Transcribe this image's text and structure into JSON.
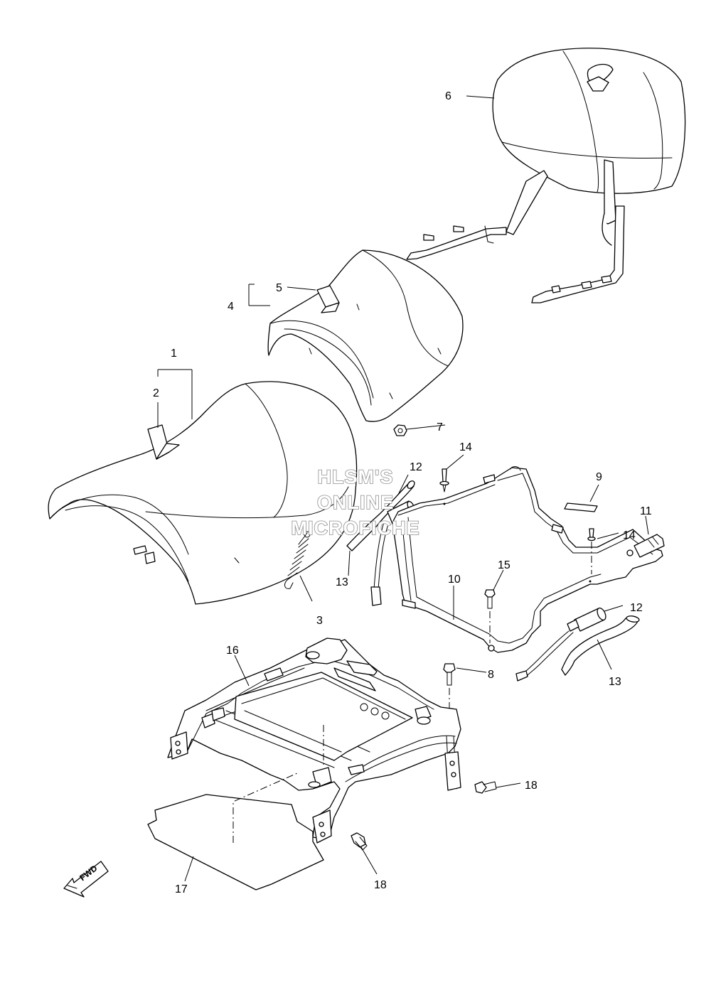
{
  "watermark": [
    "HLSM'S",
    "ONLINE",
    "MICROFICHE"
  ],
  "direction_label": "FWD",
  "callouts": {
    "c1": "1",
    "c2": "2",
    "c3": "3",
    "c4": "4",
    "c5": "5",
    "c6": "6",
    "c7": "7",
    "c8": "8",
    "c9": "9",
    "c10": "10",
    "c11": "11",
    "c12a": "12",
    "c12b": "12",
    "c13a": "13",
    "c13b": "13",
    "c14a": "14",
    "c14b": "14",
    "c15": "15",
    "c16": "16",
    "c17": "17",
    "c18a": "18",
    "c18b": "18"
  }
}
